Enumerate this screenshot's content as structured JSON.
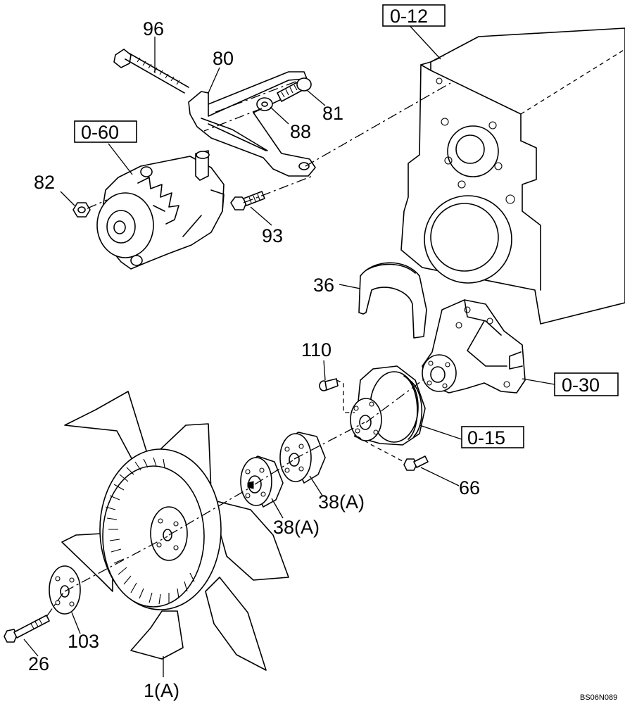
{
  "callouts": {
    "c96": "96",
    "c80": "80",
    "c81": "81",
    "c88": "88",
    "c82": "82",
    "c93": "93",
    "c36": "36",
    "c110": "110",
    "c66": "66",
    "c38a_upper": "38(A)",
    "c38a_lower": "38(A)",
    "c103": "103",
    "c26": "26",
    "c1a": "1(A)"
  },
  "references": {
    "r012": "0-12",
    "r060": "0-60",
    "r030": "0-30",
    "r015": "0-15"
  },
  "figure_code": "BS06N089"
}
